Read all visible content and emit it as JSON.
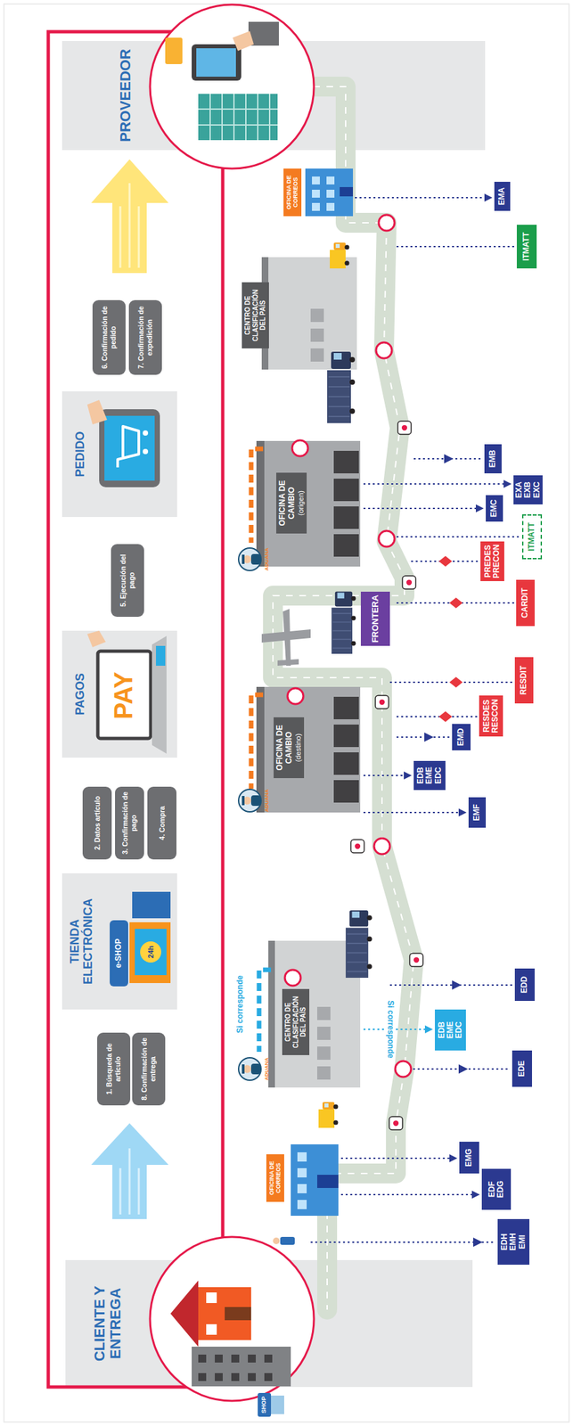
{
  "diagram": {
    "nodes": [
      {
        "text": [
          "PROVEEDOR"
        ]
      },
      {
        "text": [
          "6. Confirmación de pedido"
        ]
      },
      {
        "text": [
          "7. Confirmación de expedición"
        ]
      },
      {
        "text": [
          "PEDIDO"
        ]
      },
      {
        "text": [
          "5. Ejecución del pago"
        ]
      },
      {
        "text": [
          "PAGOS"
        ]
      },
      {
        "text": [
          "2. Datos artículo"
        ]
      },
      {
        "text": [
          "3. Confirmación de pago"
        ]
      },
      {
        "text": [
          "4. Compra"
        ]
      },
      {
        "text": [
          "TIENDA ELECTRÓNICA"
        ]
      },
      {
        "text": [
          "1. Búsqueda de artículo"
        ]
      },
      {
        "text": [
          "8. Confirmación de entrega"
        ]
      },
      {
        "text": [
          "CLIENTE Y ENTREGA"
        ]
      },
      {
        "text": [
          "OFICINA DE CORREOS"
        ]
      },
      {
        "text": [
          "EMA"
        ]
      },
      {
        "text": [
          "ITMATT"
        ]
      },
      {
        "text": [
          "CENTRO DE CLASIFICACIÓN DEL PAÍS"
        ]
      },
      {
        "text": [
          "EMB"
        ]
      },
      {
        "text": [
          "OFICINA DE CAMBIO",
          "(origen)"
        ]
      },
      {
        "text": [
          "EXA EXB EXC"
        ]
      },
      {
        "text": [
          "EMC"
        ]
      },
      {
        "text": [
          "ITMATT"
        ]
      },
      {
        "text": [
          "PREDES PRECON"
        ]
      },
      {
        "text": [
          "FRONTERA"
        ]
      },
      {
        "text": [
          "CARDIT"
        ]
      },
      {
        "text": [
          "RESDIT"
        ]
      },
      {
        "text": [
          "OFICINA DE CAMBIO",
          "(destino)"
        ]
      },
      {
        "text": [
          "RESDES RESCON"
        ]
      },
      {
        "text": [
          "EMD"
        ]
      },
      {
        "text": [
          "EDB EME EDC"
        ]
      },
      {
        "text": [
          "EMF"
        ]
      },
      {
        "text": [
          "CENTRO DE CLASIFICACIÓN DEL PAÍS"
        ]
      },
      {
        "text": [
          "EDD"
        ]
      },
      {
        "text": [
          "EDB EME EDC"
        ]
      },
      {
        "text": [
          "EDE"
        ]
      },
      {
        "text": [
          "OFICINA DE CORREOS"
        ]
      },
      {
        "text": [
          "EMG"
        ]
      },
      {
        "text": [
          "EDF EDG"
        ]
      },
      {
        "text": [
          "EDH EMH EMI"
        ]
      }
    ],
    "edges": [
      {
        "from": 13,
        "to": 14,
        "arrow": "to"
      },
      {
        "from": 18,
        "to": 20,
        "arrow": "to"
      },
      {
        "from": 18,
        "to": 19,
        "arrow": "to"
      },
      {
        "from": 26,
        "to": 29,
        "arrow": "to"
      },
      {
        "from": 26,
        "to": 30,
        "arrow": "to"
      },
      {
        "from": 31,
        "to": 33,
        "arrow": "to"
      },
      {
        "from": 35,
        "to": 36,
        "arrow": "to"
      },
      {
        "from": 35,
        "to": 37,
        "arrow": "to"
      }
    ],
    "labels": [
      "PAY",
      "e-SHOP",
      "24h",
      "ADUANA",
      "ADUANA",
      "Si corresponde",
      "Si corresponde",
      "ADUANA",
      "SHOP"
    ]
  }
}
